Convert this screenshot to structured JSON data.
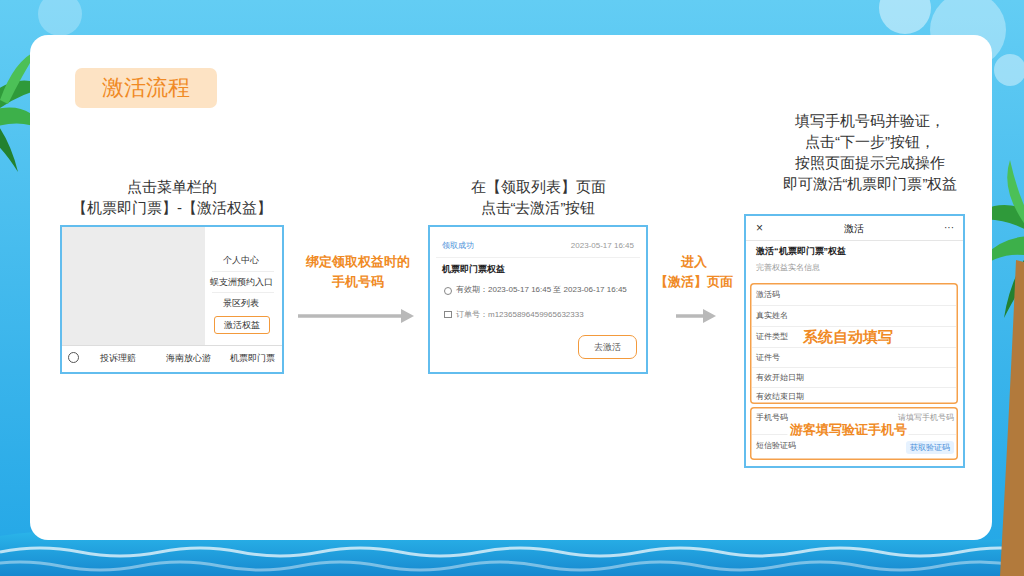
{
  "diagram": {
    "title": "激活流程",
    "nodes": [
      {
        "text": [
          "点击菜单栏的 【机票即门票】-【激活权益】",
          "个人中心",
          "蜈支洲预约入口",
          "景区列表",
          "投诉理赔",
          "海南放心游",
          "机票即门票"
        ]
      },
      {
        "text": [
          "激活权益"
        ],
        "in": 0
      },
      {
        "text": [
          "在【领取列表】页面 点击“去激活”按钮",
          "领取成功",
          "2023-05-17 16:45",
          "机票即门票权益",
          "有效期：2023-05-17 16:45 至 2023-06-17 16:45",
          "订单号：m12365896459965632333"
        ]
      },
      {
        "text": [
          "去激活"
        ],
        "in": 2
      },
      {
        "text": [
          "填写手机号码并验证， 点击“下一步”按钮， 按照页面提示完成操作 即可激活“机票即门票”权益",
          "×",
          "激活",
          "···",
          "激活“机票即门票”权益",
          "完善权益实名信息"
        ]
      },
      {
        "text": [
          "激活码",
          "真实姓名",
          "证件类型",
          "证件号",
          "有效开始日期",
          "有效结束日期",
          "系统自动填写"
        ],
        "in": 4
      },
      {
        "text": [
          "手机号码",
          "请填写手机号码",
          "短信验证码",
          "游客填写验证手机号"
        ],
        "in": 4
      },
      {
        "text": [
          "获取验证码"
        ],
        "in": 6
      }
    ],
    "edges": [
      {
        "from": 0,
        "to": 2,
        "label": "绑定领取权益时的 手机号码",
        "arrow": "to"
      },
      {
        "from": 2,
        "to": 4,
        "label": "进入 【激活】页面",
        "arrow": "to"
      }
    ]
  }
}
